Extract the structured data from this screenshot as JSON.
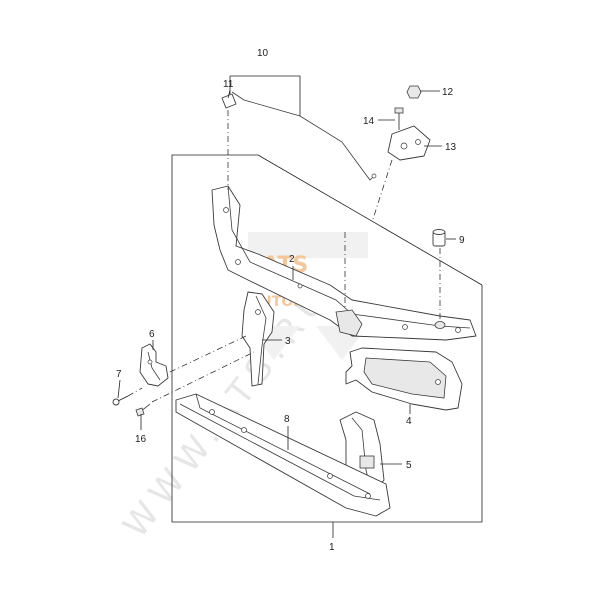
{
  "watermark": {
    "text": "WWW.ATS.RU",
    "logo_line1": "ATS",
    "logo_line2": "AUTOPARTS"
  },
  "callouts": {
    "c1": "1",
    "c2": "2",
    "c3": "3",
    "c4": "4",
    "c5": "5",
    "c6": "6",
    "c7": "7",
    "c8": "8",
    "c9": "9",
    "c10": "10",
    "c11": "11",
    "c12": "12",
    "c13": "13",
    "c14": "14",
    "c16": "16"
  }
}
